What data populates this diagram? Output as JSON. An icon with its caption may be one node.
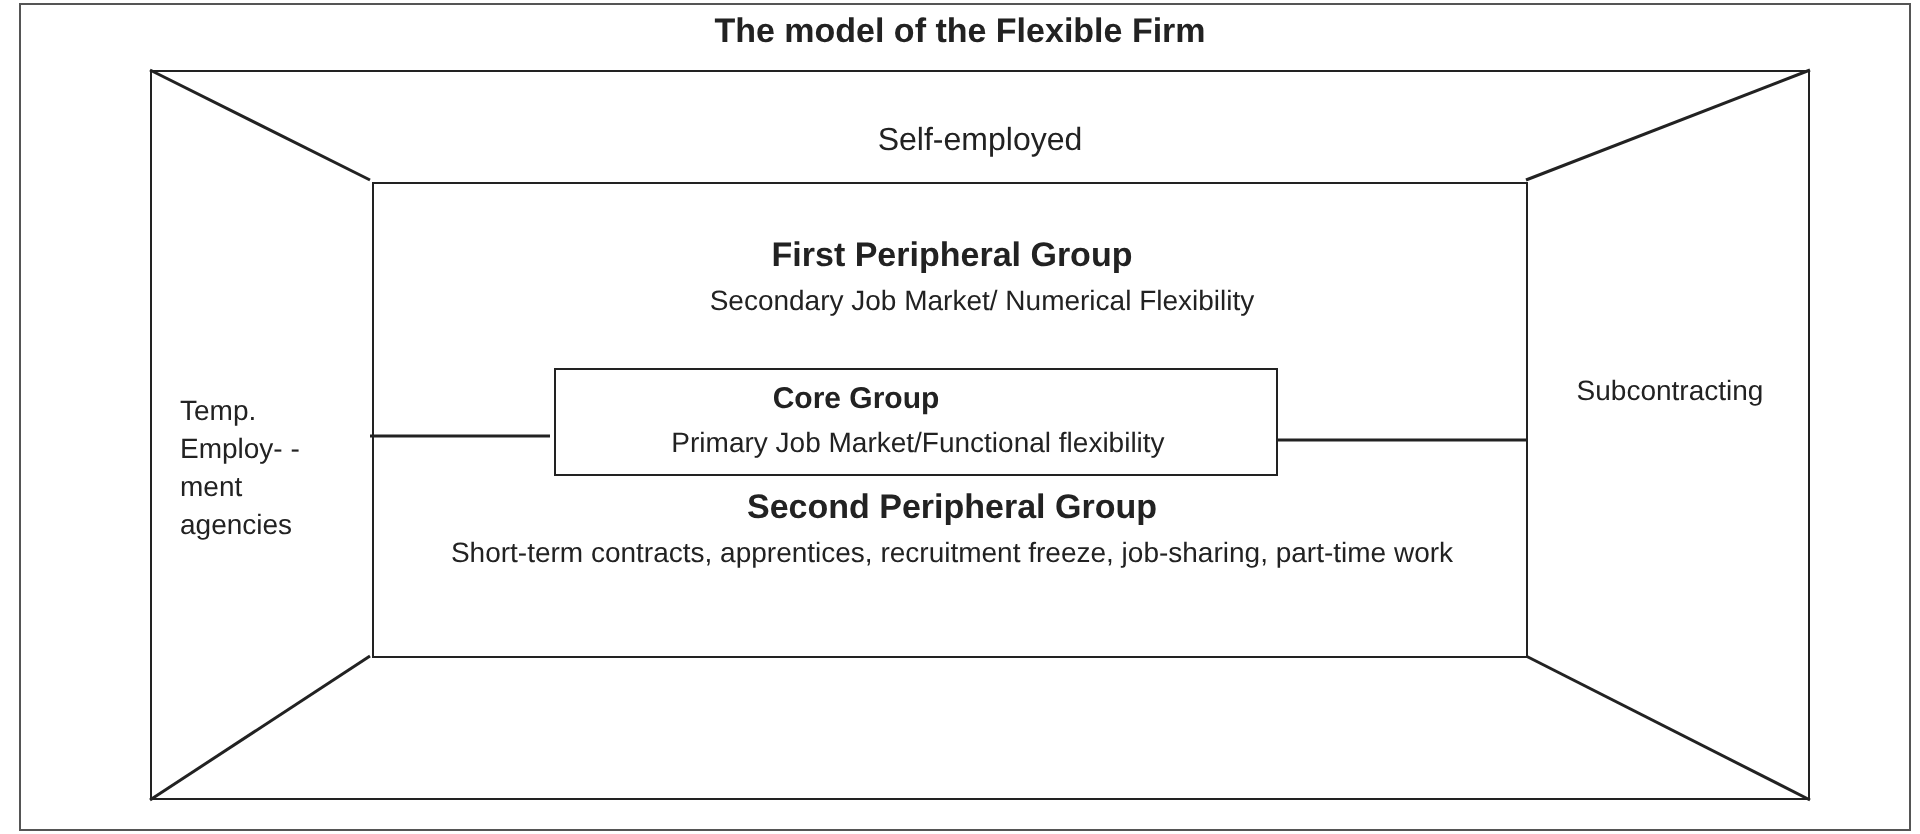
{
  "diagram": {
    "title": "The model of the Flexible Firm",
    "nodes": [
      {
        "text": [],
        "shape": "box"
      },
      {
        "text": [
          "First Peripheral Group",
          "Secondary Job Market/ Numerical Flexibility",
          "Second Peripheral Group",
          "Short-term contracts, apprentices, recruitment freeze, job-sharing, part-time work"
        ],
        "in": 0
      },
      {
        "text": [
          "Core Group",
          "Primary Job Market/Functional flexibility"
        ],
        "in": 1
      }
    ],
    "labels": [
      "Self-employed",
      "Subcontracting",
      "Temp. Employ- -ment agencies"
    ]
  }
}
